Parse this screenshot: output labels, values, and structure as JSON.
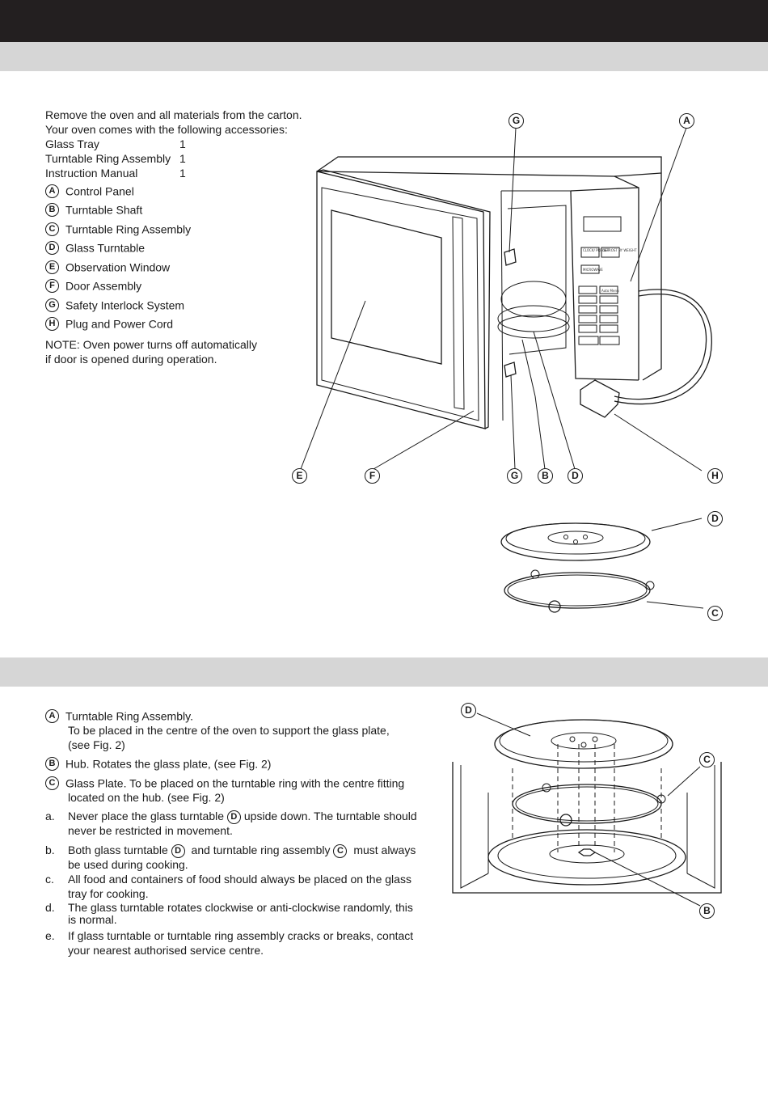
{
  "section1": {
    "intro": [
      "Remove the oven and all materials from the carton.",
      "Your oven comes with the following accessories:"
    ],
    "accessories": [
      {
        "name": "Glass Tray",
        "qty": "1"
      },
      {
        "name": "Turntable Ring Assembly",
        "qty": "1"
      },
      {
        "name": "Instruction Manual",
        "qty": "1"
      }
    ],
    "parts": [
      {
        "letter": "A",
        "label": "Control Panel"
      },
      {
        "letter": "B",
        "label": "Turntable Shaft"
      },
      {
        "letter": "C",
        "label": "Turntable Ring Assembly"
      },
      {
        "letter": "D",
        "label": "Glass Turntable"
      },
      {
        "letter": "E",
        "label": "Observation Window"
      },
      {
        "letter": "F",
        "label": "Door Assembly"
      },
      {
        "letter": "G",
        "label": "Safety Interlock System"
      },
      {
        "letter": "H",
        "label": "Plug and Power Cord"
      }
    ],
    "note": [
      "NOTE: Oven power turns off automatically",
      "if door is opened during operation."
    ],
    "figure_callouts": {
      "top_g": "G",
      "top_a": "A",
      "bottom_e": "E",
      "bottom_f": "F",
      "bottom_g": "G",
      "bottom_b": "B",
      "bottom_d": "D",
      "bottom_h": "H",
      "tray_d": "D",
      "ring_c": "C"
    },
    "panel_keys": [
      "CLOCK/ PRE-SET",
      "DEFROST BY WEIGHT",
      "MICROWAVE",
      "Auto Menu"
    ]
  },
  "section2": {
    "items": [
      {
        "letter": "A",
        "lines": [
          "Turntable Ring Assembly.",
          "To be placed in the centre of the oven to support the glass plate,",
          "(see Fig. 2)"
        ]
      },
      {
        "letter": "B",
        "lines": [
          "Hub. Rotates the glass plate, (see Fig. 2)"
        ]
      },
      {
        "letter": "C",
        "lines": [
          "Glass Plate. To be placed on the turntable ring with the centre fitting",
          "located on the hub. (see Fig. 2)"
        ]
      }
    ],
    "notes": {
      "a_marker": "a.",
      "a_l1_pre": "Never place the glass turntable",
      "a_l1_letter": "D",
      "a_l1_post": "upside down. The turntable should",
      "a_l2": "never be restricted in movement.",
      "b_marker": "b.",
      "b_l1_pre": "Both glass turntable",
      "b_l1_letter1": "D",
      "b_l1_mid": "and turntable ring assembly",
      "b_l1_letter2": "C",
      "b_l1_post": "must always",
      "b_l2": "be used during cooking.",
      "c_marker": "c.",
      "c_l1": "All food and containers of food should always be placed on the glass",
      "c_l2": "tray for cooking.",
      "d_marker": "d.",
      "d_l1": "The glass turntable rotates clockwise or anti-clockwise randomly, this",
      "d_l2": "is normal.",
      "e_marker": "e.",
      "e_l1": "If glass turntable  or turntable ring assembly cracks or breaks, contact",
      "e_l2": "your nearest authorised service centre."
    },
    "figure_callouts": {
      "d": "D",
      "c": "C",
      "b": "B"
    }
  }
}
